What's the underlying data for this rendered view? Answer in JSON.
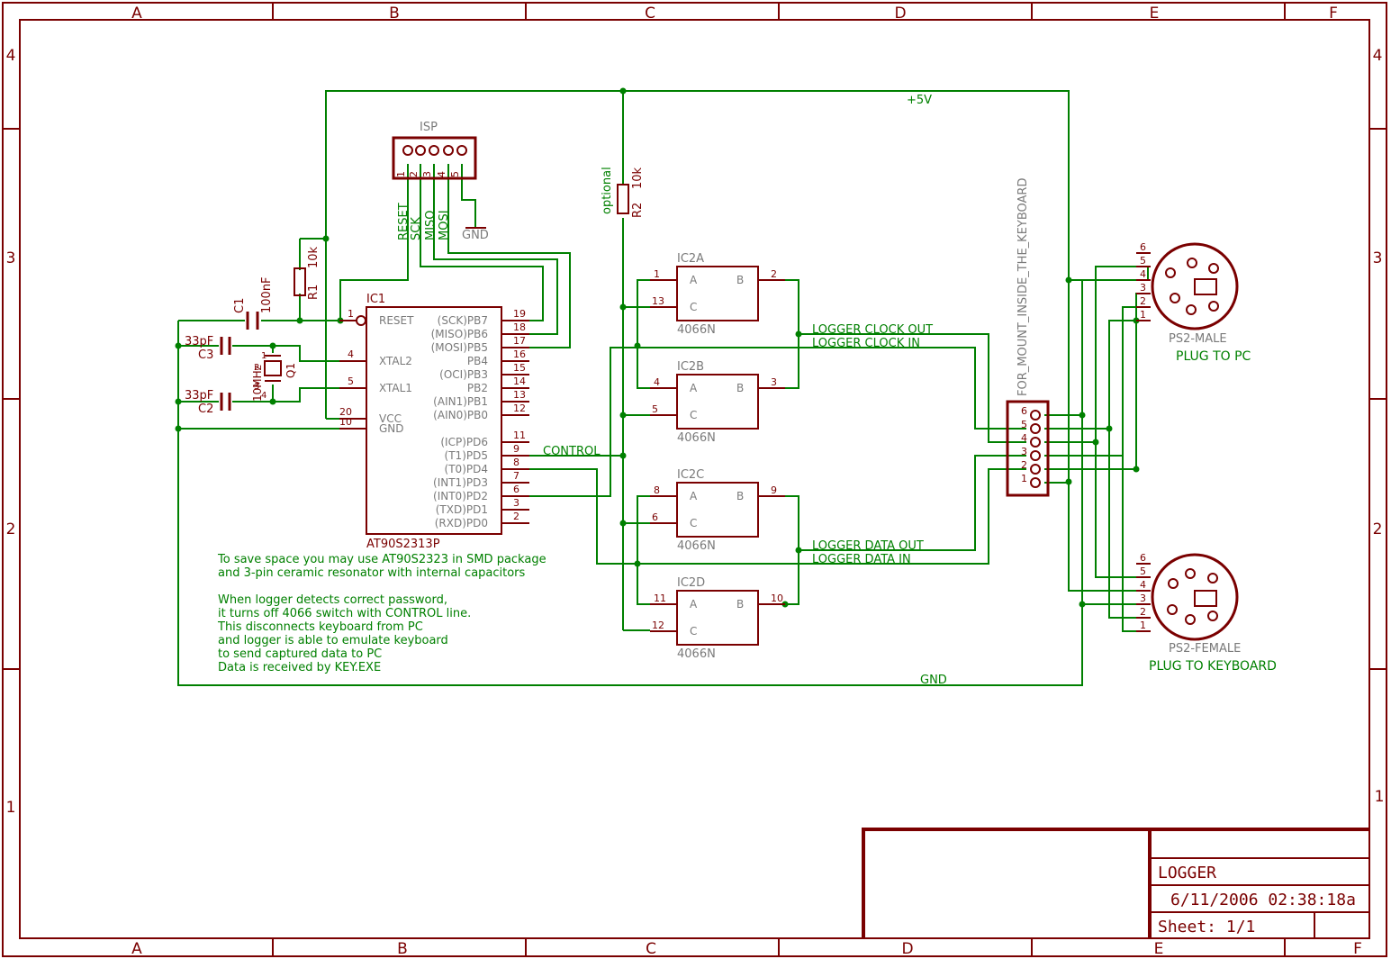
{
  "colors": {
    "frame": "#7a0000",
    "wire": "#008000",
    "part": "#7a0000",
    "pin_text": "#7a0000",
    "net_text": "#008000",
    "gray": "#7a7a7a"
  },
  "frame": {
    "cols": [
      "A",
      "B",
      "C",
      "D",
      "E",
      "F"
    ],
    "rows": [
      "4",
      "3",
      "2",
      "1"
    ]
  },
  "title_block": {
    "title": "LOGGER",
    "date": "6/11/2006 02:38:18a",
    "sheet": "Sheet: 1/1"
  },
  "isp": {
    "label": "ISP",
    "pins": [
      "1",
      "2",
      "3",
      "4",
      "5"
    ],
    "nets": [
      "RESET",
      "SCK",
      "MISO",
      "MOSI"
    ],
    "gnd": "GND"
  },
  "supply": {
    "vcc": "+5V",
    "gnd": "GND"
  },
  "r1": {
    "name": "R1",
    "value": "10k"
  },
  "r2": {
    "name": "R2",
    "value": "10k",
    "note": "optional"
  },
  "c1": {
    "name": "C1",
    "value": "100nF"
  },
  "c2": {
    "name": "C2",
    "value": "33pF"
  },
  "c3": {
    "name": "C3",
    "value": "33pF"
  },
  "q1": {
    "name": "Q1",
    "value": "10MHz",
    "pins": [
      "1",
      "2",
      "3",
      "4"
    ]
  },
  "ic1": {
    "name": "IC1",
    "part": "AT90S2313P",
    "left_pins": [
      {
        "num": "1",
        "label": "RESET"
      },
      {
        "num": "4",
        "label": "XTAL2"
      },
      {
        "num": "5",
        "label": "XTAL1"
      },
      {
        "num": "20",
        "label": "VCC"
      },
      {
        "num": "10",
        "label": "GND"
      }
    ],
    "right_pins": [
      {
        "num": "19",
        "label": "(SCK)PB7"
      },
      {
        "num": "18",
        "label": "(MISO)PB6"
      },
      {
        "num": "17",
        "label": "(MOSI)PB5"
      },
      {
        "num": "16",
        "label": "PB4"
      },
      {
        "num": "15",
        "label": "(OCI)PB3"
      },
      {
        "num": "14",
        "label": "PB2"
      },
      {
        "num": "13",
        "label": "(AIN1)PB1"
      },
      {
        "num": "12",
        "label": "(AIN0)PB0"
      },
      {
        "num": "11",
        "label": "(ICP)PD6"
      },
      {
        "num": "9",
        "label": "(T1)PD5"
      },
      {
        "num": "8",
        "label": "(T0)PD4"
      },
      {
        "num": "7",
        "label": "(INT1)PD3"
      },
      {
        "num": "6",
        "label": "(INT0)PD2"
      },
      {
        "num": "3",
        "label": "(TXD)PD1"
      },
      {
        "num": "2",
        "label": "(RXD)PD0"
      }
    ]
  },
  "switches": [
    {
      "name": "IC2A",
      "part": "4066N",
      "a": "A",
      "b": "B",
      "c": "C",
      "pin_a": "1",
      "pin_b": "2",
      "pin_c": "13"
    },
    {
      "name": "IC2B",
      "part": "4066N",
      "a": "A",
      "b": "B",
      "c": "C",
      "pin_a": "4",
      "pin_b": "3",
      "pin_c": "5"
    },
    {
      "name": "IC2C",
      "part": "4066N",
      "a": "A",
      "b": "B",
      "c": "C",
      "pin_a": "8",
      "pin_b": "9",
      "pin_c": "6"
    },
    {
      "name": "IC2D",
      "part": "4066N",
      "a": "A",
      "b": "B",
      "c": "C",
      "pin_a": "11",
      "pin_b": "10",
      "pin_c": "12"
    }
  ],
  "nets": {
    "control": "CONTROL",
    "clock_out": "LOGGER CLOCK OUT",
    "clock_in": "LOGGER CLOCK IN",
    "data_out": "LOGGER DATA OUT",
    "data_in": "LOGGER DATA IN"
  },
  "header": {
    "label": "FOR_MOUNT_INSIDE_THE_KEYBOARD",
    "pins": [
      "6",
      "5",
      "4",
      "3",
      "2",
      "1"
    ]
  },
  "ps2_male": {
    "name": "PS2-MALE",
    "label": "PLUG TO PC",
    "pins": [
      "6",
      "5",
      "4",
      "3",
      "2",
      "1"
    ]
  },
  "ps2_female": {
    "name": "PS2-FEMALE",
    "label": "PLUG TO KEYBOARD",
    "pins": [
      "6",
      "5",
      "4",
      "3",
      "2",
      "1"
    ]
  },
  "notes": [
    "To save space you may use AT90S2323 in SMD package",
    "and 3-pin ceramic resonator with internal capacitors",
    "",
    "When logger detects correct password,",
    "it turns off 4066 switch with CONTROL line.",
    "This disconnects keyboard from PC",
    "and logger is able to emulate keyboard",
    "to send captured data to PC",
    "Data is received by KEY.EXE"
  ]
}
